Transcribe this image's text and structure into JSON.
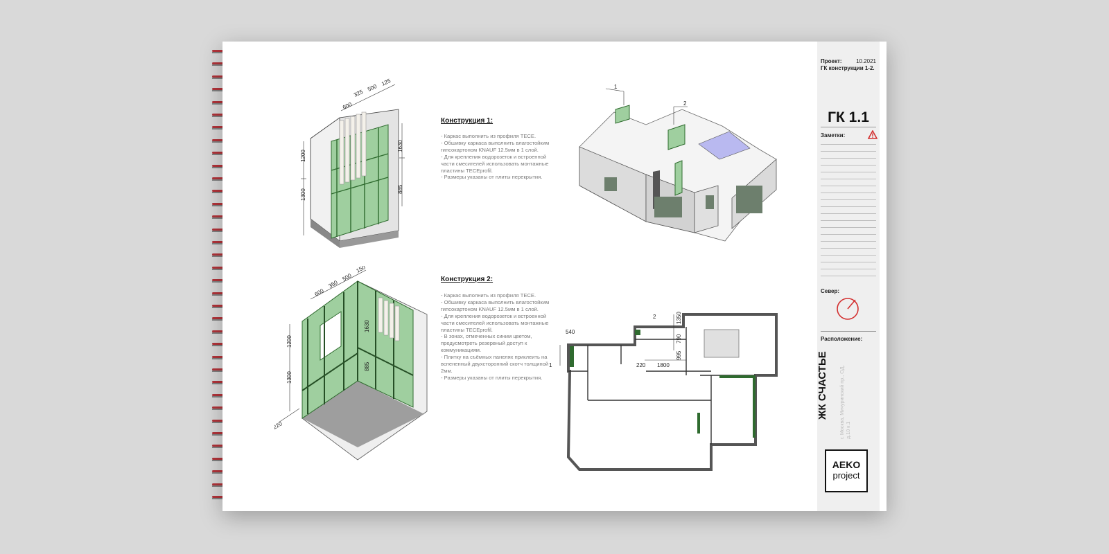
{
  "construction1": {
    "title": "Конструкция 1:",
    "notes": "- Каркас выполнить из профиля TECE.\n- Обшивку каркаса выполнить влагостойким гипсокартоном KNAUF 12.5мм в 1 слой.\n- Для крепления водорозеток и встроенной части смесителей использовать монтажные пластины TECEprofil.\n- Размеры указаны от плиты перекрытия."
  },
  "construction2": {
    "title": "Конструкция 2:",
    "notes": "- Каркас выполнить из профиля TECE.\n- Обшивку каркаса выполнить влагостойким гипсокартоном KNAUF 12.5мм в 1 слой.\n- Для крепления водорозеток и встроенной части смесителей использовать монтажные пластины TECEprofil.\n- В зонах, отмеченных синим цветом, предусмотреть резервный доступ к коммуникациям.\n- Плитку на съёмных панелях приклеить на вспененный двухсторонний скотч толщиной 2мм.\n- Размеры указаны от плиты перекрытия."
  },
  "dims1": {
    "d600": "600",
    "d325": "325",
    "d500": "500",
    "d125": "125",
    "d1200": "1200",
    "d1300": "1300",
    "d1630": "1630",
    "d885": "885"
  },
  "dims2": {
    "d600": "600",
    "d350": "350",
    "d500": "500",
    "d150": "150",
    "d1200": "1200",
    "d1300": "1300",
    "d1630": "1630",
    "d885": "885",
    "d220": "220"
  },
  "plan": {
    "d540": "540",
    "d1350": "1350",
    "d790": "790",
    "d995": "995",
    "d220": "220",
    "d1800": "1800",
    "tag1": "1",
    "tag2": "2"
  },
  "axon": {
    "tag1": "1",
    "tag2": "2"
  },
  "sidebar": {
    "project_label": "Проект:",
    "date": "10.2021",
    "subtitle": "ГК конструкции 1-2.",
    "sheet": "ГК 1.1",
    "notes_label": "Заметки:",
    "north_label": "Север:",
    "location_label": "Расположение:",
    "complex_name": "ЖК СЧАСТЬЕ",
    "address": "г. Москва, Мичуринский пр., ОД,\nд.10 к.1",
    "logo_line1": "AEKO",
    "logo_line2": "project"
  },
  "colors": {
    "accent": "#d32f2f",
    "panel_green": "#9fcf9f",
    "frame_green": "#2f6b2f",
    "reserve_blue": "#b9b9f0",
    "binding_red": "#b3343a"
  }
}
